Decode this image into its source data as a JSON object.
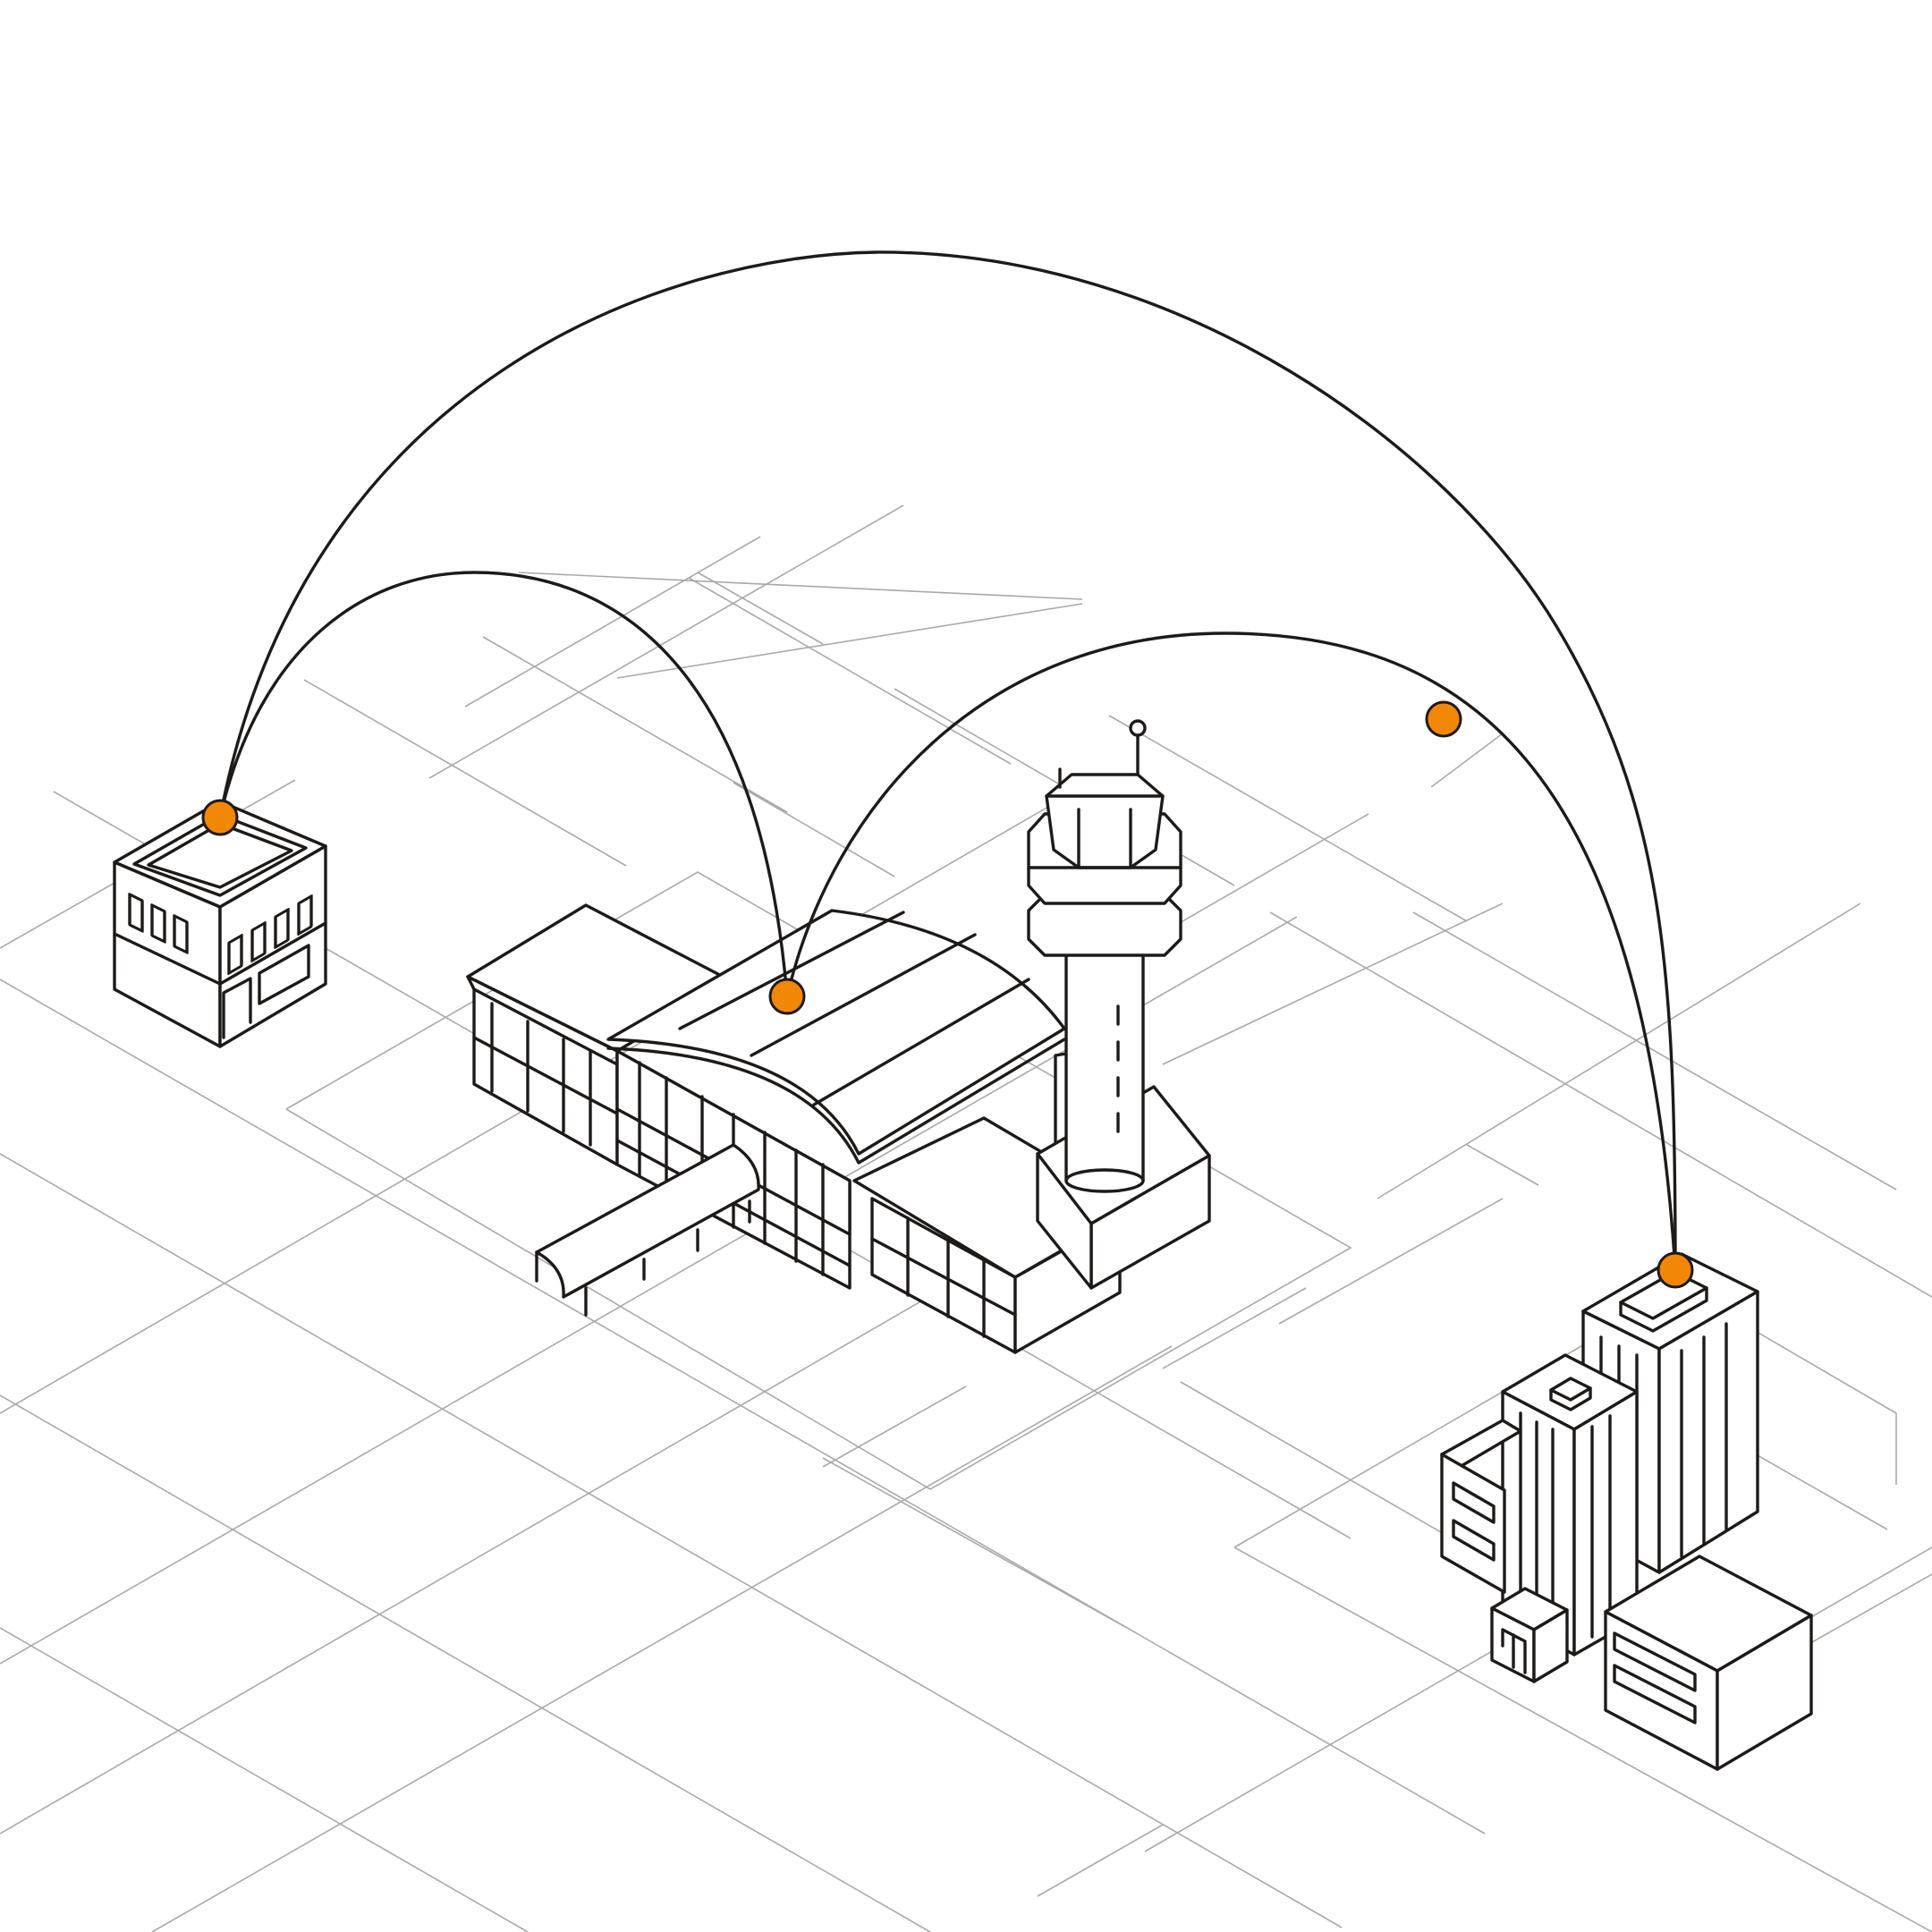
{
  "illustration": {
    "style": "isometric line art",
    "colors": {
      "background": "#ffffff",
      "line": "#1d1a18",
      "grid": "#a9a9a9",
      "node": "#f28705"
    },
    "buildings": [
      {
        "id": "small-office",
        "icon": "small-office-building-icon"
      },
      {
        "id": "airport",
        "icon": "airport-terminal-icon"
      },
      {
        "id": "control-tower",
        "icon": "control-tower-icon"
      },
      {
        "id": "city",
        "icon": "skyscrapers-icon"
      }
    ],
    "connections": [
      {
        "from": "small-office",
        "to": "city",
        "via": "wide-arc"
      },
      {
        "from": "small-office",
        "to": "airport",
        "via": "arc"
      },
      {
        "from": "airport",
        "to": "city",
        "via": "arc"
      }
    ],
    "node_count": 4
  }
}
